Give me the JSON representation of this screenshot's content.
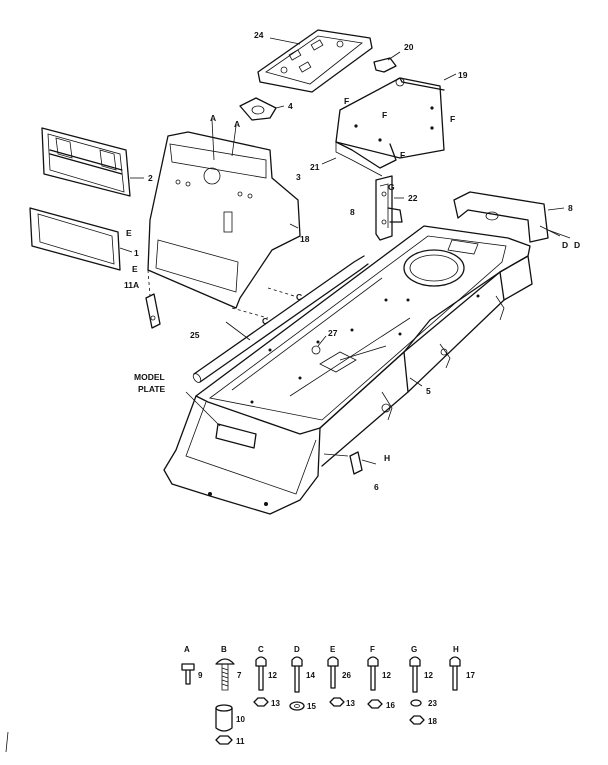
{
  "callouts": {
    "p2": "2",
    "p3": "3",
    "p4": "4",
    "p5": "5",
    "p6": "6",
    "p8a": "8",
    "p8b": "8",
    "p11a": "11A",
    "p18": "18",
    "p19": "19",
    "p20": "20",
    "p21": "21",
    "p22": "22",
    "p24": "24",
    "p25": "25",
    "p27": "27",
    "p1": "1",
    "pE1": "E",
    "pE2": "E",
    "pA1": "A",
    "pA2": "A",
    "pC1": "C",
    "pC2": "C",
    "pF1": "F",
    "pF2": "F",
    "pF3": "F",
    "pF4": "F",
    "pG": "G",
    "pD1": "D",
    "pD2": "D",
    "pH": "H",
    "model_plate_line1": "MODEL",
    "model_plate_line2": "PLATE"
  },
  "hardware": [
    {
      "letter": "A",
      "part": "9"
    },
    {
      "letter": "B",
      "part": "7"
    },
    {
      "letter": "C",
      "part": "12"
    },
    {
      "letter": "D",
      "part": "14"
    },
    {
      "letter": "E",
      "part": "26"
    },
    {
      "letter": "F",
      "part": "12"
    },
    {
      "letter": "G",
      "part": "12"
    },
    {
      "letter": "H",
      "part": "17"
    }
  ],
  "hardware_extra": {
    "n13a": "13",
    "n15": "15",
    "n13b": "13",
    "n16": "16",
    "n23": "23",
    "n18": "18",
    "n10": "10",
    "n11": "11"
  }
}
